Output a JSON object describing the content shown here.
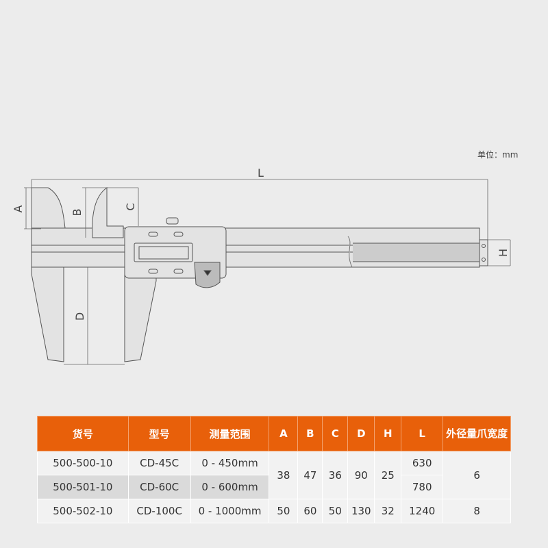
{
  "unit_label": "单位：mm",
  "diagram": {
    "labels": {
      "L": "L",
      "A": "A",
      "B": "B",
      "C": "C",
      "D": "D",
      "H": "H"
    }
  },
  "table": {
    "headers": [
      "货号",
      "型号",
      "测量范围",
      "A",
      "B",
      "C",
      "D",
      "H",
      "L",
      "外径量爪宽度"
    ],
    "rows": [
      {
        "item": "500-500-10",
        "model": "CD-45C",
        "range": "0 - 450mm",
        "L": "630"
      },
      {
        "item": "500-501-10",
        "model": "CD-60C",
        "range": "0 - 600mm",
        "L": "780"
      },
      {
        "item": "500-502-10",
        "model": "CD-100C",
        "range": "0 - 1000mm",
        "A": "50",
        "B": "60",
        "C": "50",
        "D": "130",
        "H": "32",
        "L": "1240",
        "width": "8"
      }
    ],
    "merged": {
      "A": "38",
      "B": "47",
      "C": "36",
      "D": "90",
      "H": "25",
      "width": "6"
    }
  },
  "colors": {
    "header": "#e8600a",
    "background": "#ececec"
  }
}
